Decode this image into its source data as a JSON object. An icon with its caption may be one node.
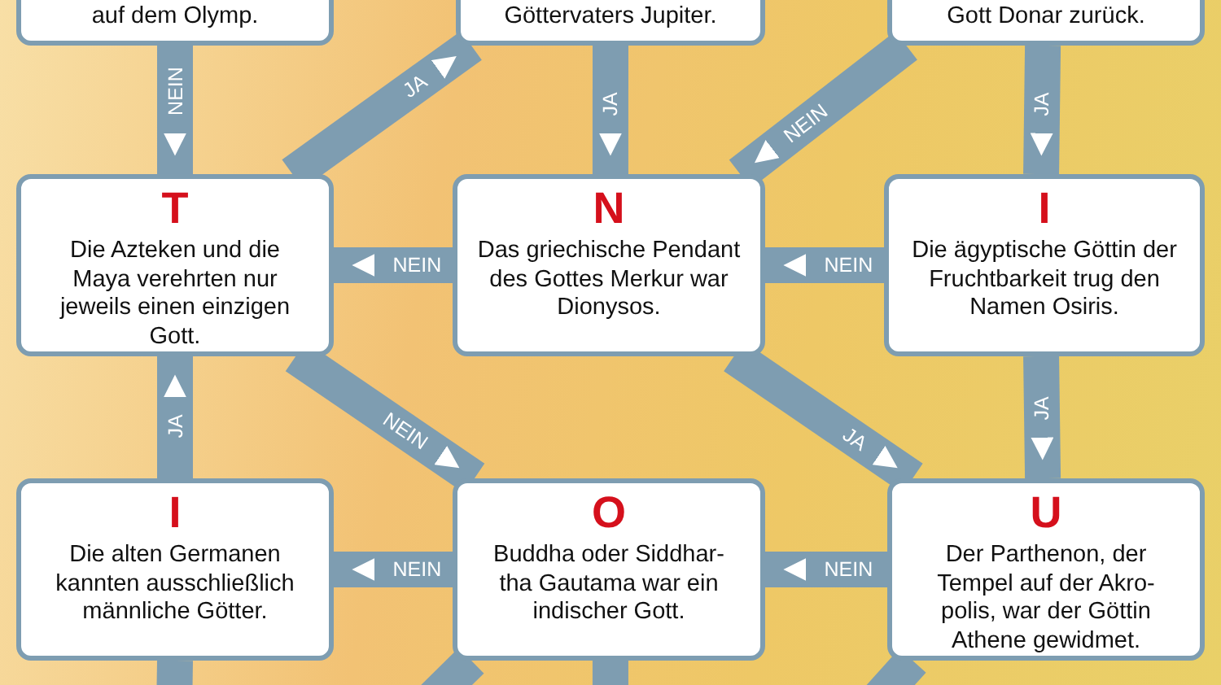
{
  "diagram": {
    "nodes": [
      {
        "text": [
          "auf dem Olymp."
        ]
      },
      {
        "text": [
          "Göttervaters Jupiter."
        ]
      },
      {
        "text": [
          "Gott Donar zurück."
        ]
      },
      {
        "text": [
          "T",
          "Die Azteken und die Maya verehrten nur jeweils einen einzigen Gott."
        ]
      },
      {
        "text": [
          "N",
          "Das griechische Pendant des Gottes Merkur war Dionysos."
        ]
      },
      {
        "text": [
          "I",
          "Die ägyptische Göttin der Fruchtbarkeit trug den Namen Osiris."
        ]
      },
      {
        "text": [
          "I",
          "Die alten Germanen kannten ausschließlich männliche Götter."
        ]
      },
      {
        "text": [
          "O",
          "Buddha oder Siddhar-tha Gautama war ein indischer Gott."
        ]
      },
      {
        "text": [
          "U",
          "Der Parthenon, der Tempel auf der Akro-polis, war der Göttin Athene gewidmet."
        ]
      }
    ],
    "edges": [
      {
        "from": 0,
        "to": 3,
        "arrow": "to",
        "label": "NEIN"
      },
      {
        "from": 3,
        "to": 1,
        "arrow": "to",
        "label": "JA"
      },
      {
        "from": 1,
        "to": 4,
        "arrow": "to",
        "label": "JA"
      },
      {
        "from": 2,
        "to": 4,
        "arrow": "to",
        "label": "NEIN"
      },
      {
        "from": 2,
        "to": 5,
        "arrow": "to",
        "label": "JA"
      },
      {
        "from": 4,
        "to": 3,
        "arrow": "to",
        "label": "NEIN"
      },
      {
        "from": 5,
        "to": 4,
        "arrow": "to",
        "label": "NEIN"
      },
      {
        "from": 3,
        "to": 7,
        "arrow": "to",
        "label": "NEIN"
      },
      {
        "from": 6,
        "to": 3,
        "arrow": "to",
        "label": "JA"
      },
      {
        "from": 4,
        "to": 8,
        "arrow": "to",
        "label": "JA"
      },
      {
        "from": 5,
        "to": 8,
        "arrow": "to",
        "label": "JA"
      },
      {
        "from": 7,
        "to": 6,
        "arrow": "to",
        "label": "NEIN"
      },
      {
        "from": 8,
        "to": 7,
        "arrow": "to",
        "label": "NEIN"
      },
      {
        "from": 6,
        "to": null,
        "arrow": "none"
      },
      {
        "from": 7,
        "to": null,
        "arrow": "none"
      },
      {
        "from": 7,
        "to": null,
        "arrow": "none"
      },
      {
        "from": 8,
        "to": null,
        "arrow": "none"
      }
    ]
  }
}
